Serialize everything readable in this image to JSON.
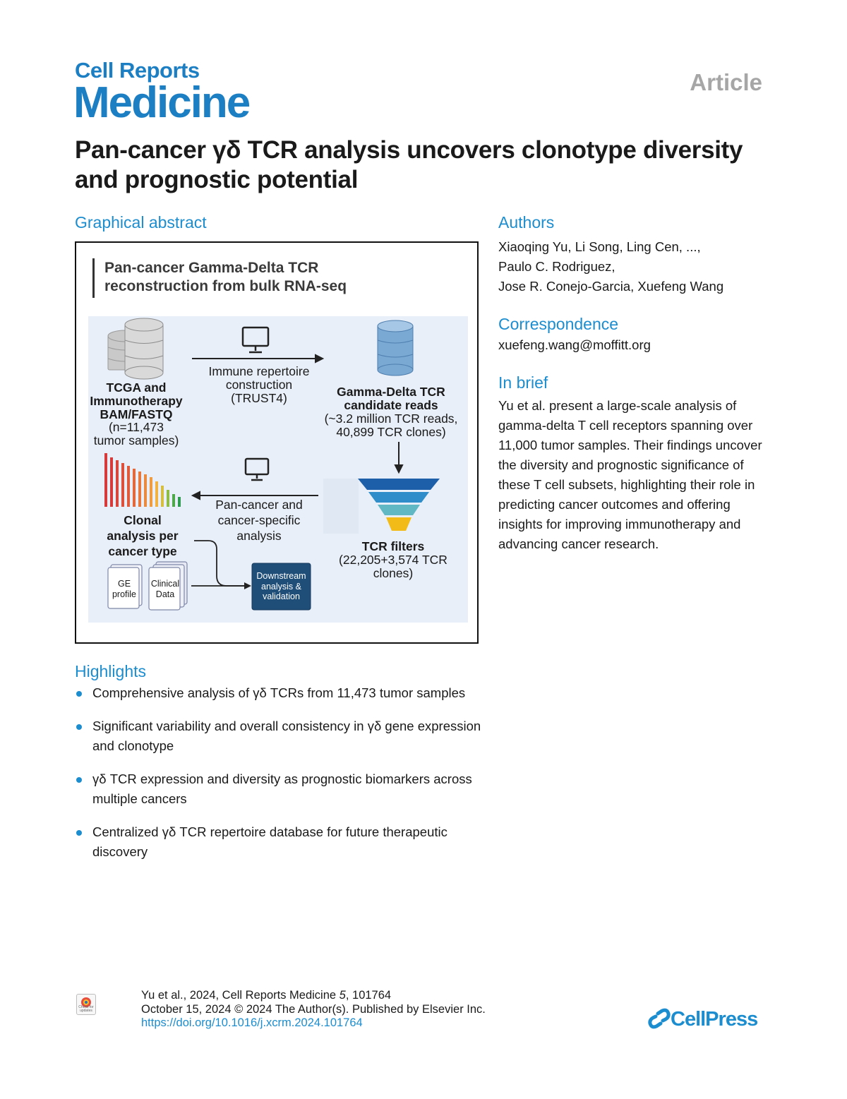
{
  "journal": {
    "line1": "Cell Reports",
    "line2": "Medicine"
  },
  "article_type": "Article",
  "title": "Pan-cancer γδ TCR analysis uncovers clonotype diversity and prognostic potential",
  "graphical_abstract": {
    "heading": "Graphical abstract",
    "title_line1": "Pan-cancer Gamma-Delta TCR",
    "title_line2": "reconstruction from bulk RNA-seq",
    "tcga": [
      "TCGA and",
      "Immunotherapy",
      "BAM/FASTQ",
      "(n=11,473",
      "tumor samples)"
    ],
    "immune": [
      "Immune repertoire",
      "construction",
      "(TRUST4)"
    ],
    "candidate": [
      "Gamma-Delta TCR",
      "candidate reads",
      "(~3.2 million TCR reads,",
      "40,899 TCR clones)"
    ],
    "clonal": [
      "Clonal",
      "analysis per",
      "cancer type"
    ],
    "pancancer": [
      "Pan-cancer and",
      "cancer-specific",
      "analysis"
    ],
    "filters": [
      "TCR filters",
      "(22,205+3,574 TCR",
      "clones)"
    ],
    "ge": [
      "GE",
      "profile"
    ],
    "clinical": [
      "Clinical",
      "Data"
    ],
    "downstream": [
      "Downstream",
      "analysis &",
      "validation"
    ]
  },
  "authors": {
    "heading": "Authors",
    "lines": [
      "Xiaoqing Yu, Li Song, Ling Cen, ...,",
      "Paulo C. Rodriguez,",
      "Jose R. Conejo-Garcia, Xuefeng Wang"
    ]
  },
  "correspondence": {
    "heading": "Correspondence",
    "email": "xuefeng.wang@moffitt.org"
  },
  "in_brief": {
    "heading": "In brief",
    "text": "Yu et al. present a large-scale analysis of gamma-delta T cell receptors spanning over 11,000 tumor samples. Their findings uncover the diversity and prognostic significance of these T cell subsets, highlighting their role in predicting cancer outcomes and offering insights for improving immunotherapy and advancing cancer research."
  },
  "highlights": {
    "heading": "Highlights",
    "items": [
      "Comprehensive analysis of γδ TCRs from 11,473 tumor samples",
      "Significant variability and overall consistency in γδ gene expression and clonotype",
      "γδ TCR expression and diversity as prognostic biomarkers across multiple cancers",
      "Centralized γδ TCR repertoire database for future therapeutic discovery"
    ]
  },
  "footer": {
    "cite_prefix": "Yu et al., 2024, Cell Reports Medicine ",
    "cite_volume": "5",
    "cite_suffix": ", 101764",
    "date_line": "October 15, 2024 © 2024 The Author(s). Published by Elsevier Inc.",
    "doi": "https://doi.org/10.1016/j.xcrm.2024.101764",
    "check_label": "Check for updates",
    "publisher": "CellPress"
  },
  "colors": {
    "accent": "#1c8dcf",
    "funnel": [
      "#1d5fa8",
      "#2f8ec9",
      "#5fb8c3",
      "#f2bb17"
    ]
  }
}
